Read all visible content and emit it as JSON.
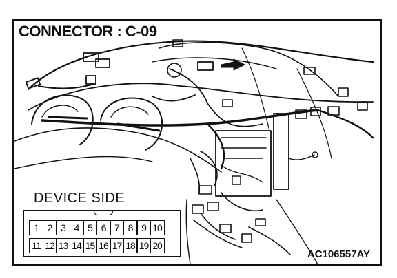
{
  "title": "CONNECTOR : C-09",
  "device_label": "DEVICE SIDE",
  "reference_code": "AC106557AY",
  "connector": {
    "top_row": [
      "1",
      "2",
      "3",
      "4",
      "5",
      "6",
      "7",
      "8",
      "9",
      "10"
    ],
    "bottom_row": [
      "11",
      "12",
      "13",
      "14",
      "15",
      "16",
      "17",
      "18",
      "19",
      "20"
    ]
  },
  "colors": {
    "ink": "#111111",
    "background": "#ffffff"
  }
}
